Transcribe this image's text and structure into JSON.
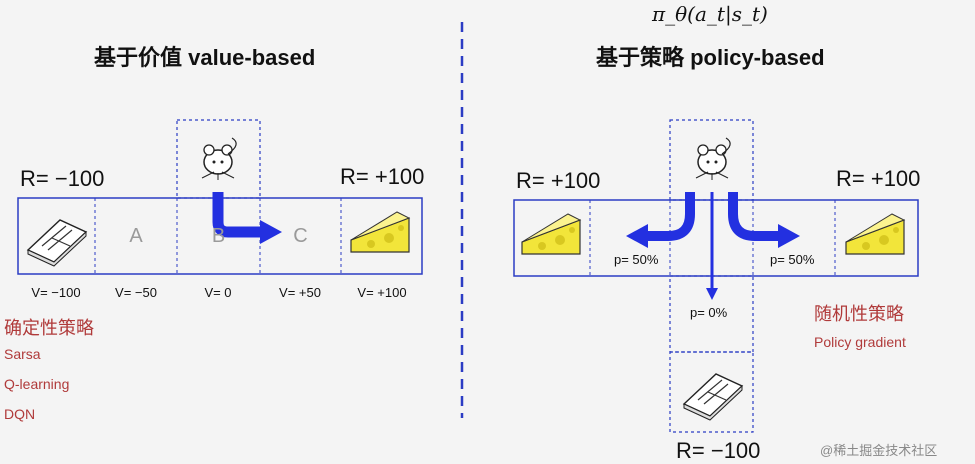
{
  "colors": {
    "grid": "#2b3cc4",
    "arrow": "#2330e0",
    "accent_red": "#b03a3a",
    "cheese": "#f2e53a"
  },
  "formula": "π_θ(a_t|s_t)",
  "left": {
    "title": "基于价值 value-based",
    "reward_left": "R= −100",
    "reward_right": "R= +100",
    "cells": [
      "A",
      "B",
      "C"
    ],
    "values": [
      "V= −100",
      "V= −50",
      "V= 0",
      "V= +50",
      "V= +100"
    ],
    "category": "确定性策略",
    "algorithms": [
      "Sarsa",
      "Q-learning",
      "DQN"
    ]
  },
  "right": {
    "title": "基于策略 policy-based",
    "reward_left": "R= +100",
    "reward_right": "R= +100",
    "reward_bottom": "R= −100",
    "prob_left": "p= 50%",
    "prob_right": "p= 50%",
    "prob_down": "p= 0%",
    "category": "随机性策略",
    "subcategory": "Policy gradient"
  },
  "watermark": "@稀土掘金技术社区",
  "icons": [
    "mouse-icon",
    "cheese-icon",
    "mousetrap-icon"
  ]
}
